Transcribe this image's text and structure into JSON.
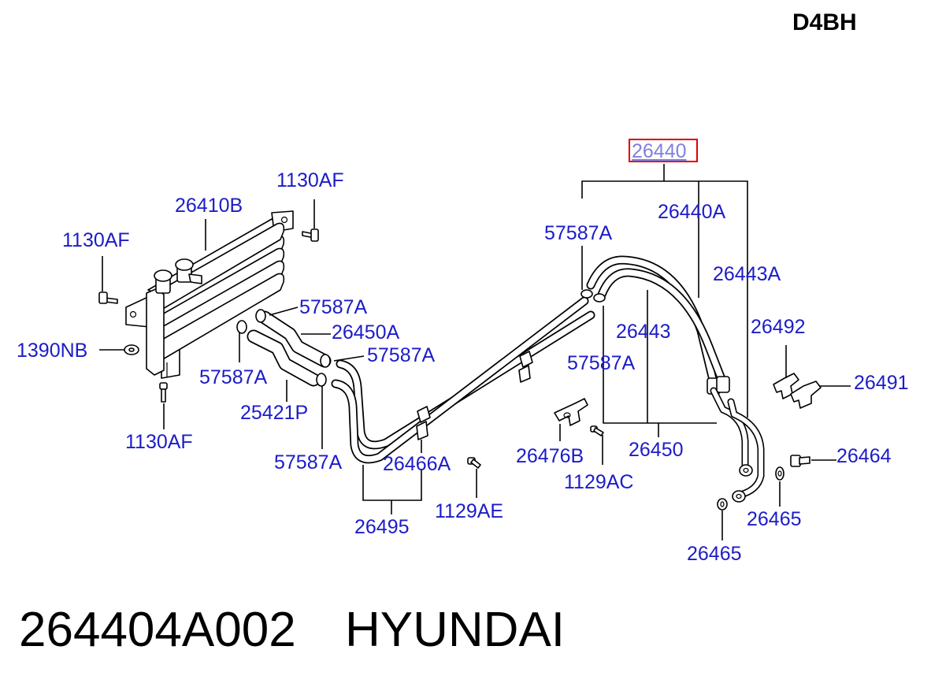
{
  "engine_code": "D4BH",
  "highlighted_part": "26440",
  "footer": {
    "part_number": "264404A002",
    "brand": "HYUNDAI"
  },
  "labels": {
    "l_1130af_top": "1130AF",
    "l_26410b": "26410B",
    "l_1130af_left": "1130AF",
    "l_1390nb": "1390NB",
    "l_1130af_bottom": "1130AF",
    "l_57587a_1": "57587A",
    "l_26450a": "26450A",
    "l_57587a_2": "57587A",
    "l_57587a_3": "57587A",
    "l_25421p": "25421P",
    "l_57587a_4": "57587A",
    "l_26466a": "26466A",
    "l_1129ae": "1129AE",
    "l_26495": "26495",
    "l_26440a": "26440A",
    "l_57587a_5": "57587A",
    "l_26443a": "26443A",
    "l_26443": "26443",
    "l_57587a_6": "57587A",
    "l_26492": "26492",
    "l_26491": "26491",
    "l_26476b": "26476B",
    "l_1129ac": "1129AC",
    "l_26450": "26450",
    "l_26464": "26464",
    "l_26465_right": "26465",
    "l_26465_bottom": "26465"
  },
  "colors": {
    "label": "#1c1cc8",
    "highlight_border": "#e00000",
    "highlight_text": "#8080e0"
  }
}
